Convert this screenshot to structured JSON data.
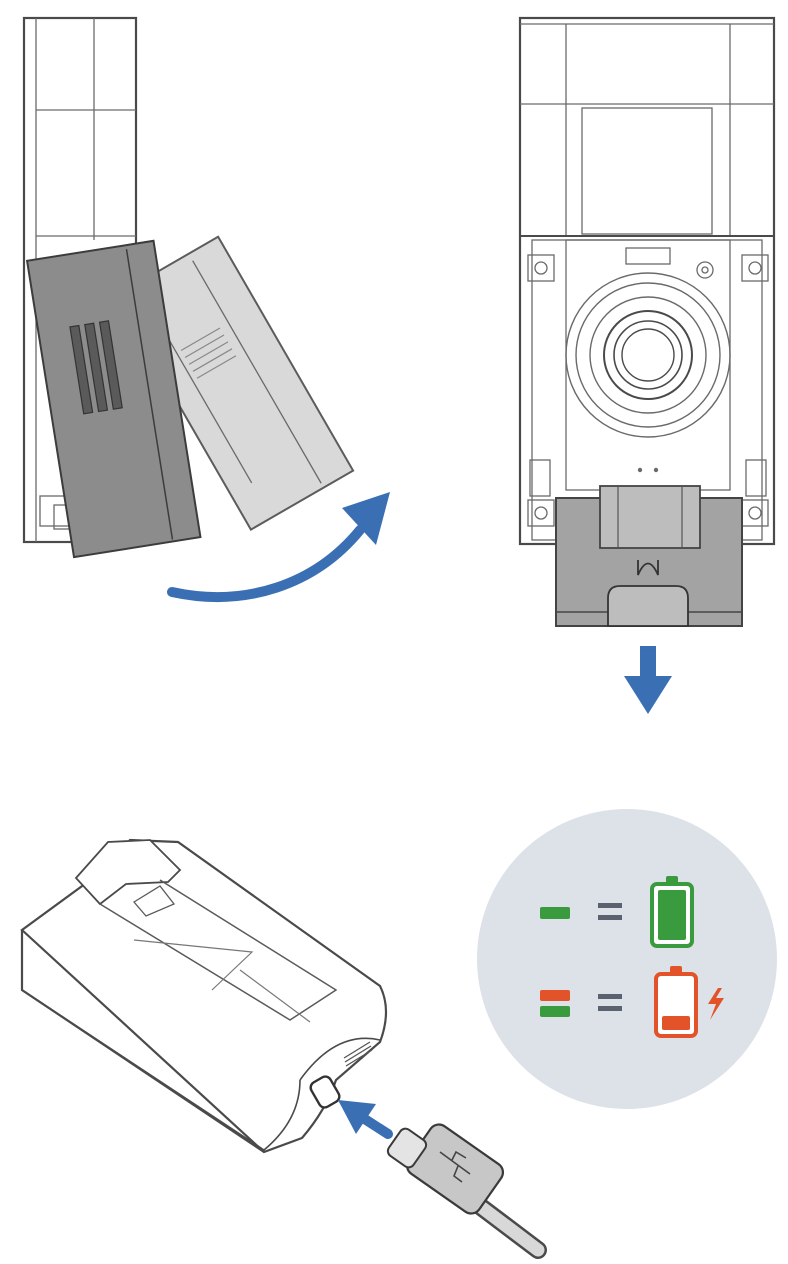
{
  "colors": {
    "arrow_blue": "#3a6fb3",
    "led_green": "#3a9a3e",
    "led_red": "#e2532a",
    "legend_bg": "#dde1e8",
    "device_outline": "#4a4a4a",
    "battery_grey": "#8c8c8c"
  },
  "steps": [
    {
      "name": "remove-battery",
      "icon": "battery-swing-out"
    },
    {
      "name": "battery-slot-view",
      "icon": "doorbell-back"
    },
    {
      "name": "charge-battery",
      "icon": "usb-c-plug"
    }
  ],
  "legend": {
    "rows": [
      {
        "led": "green",
        "meaning": "full-battery-icon"
      },
      {
        "led": "red-green",
        "meaning": "charging-battery-icon"
      }
    ]
  }
}
